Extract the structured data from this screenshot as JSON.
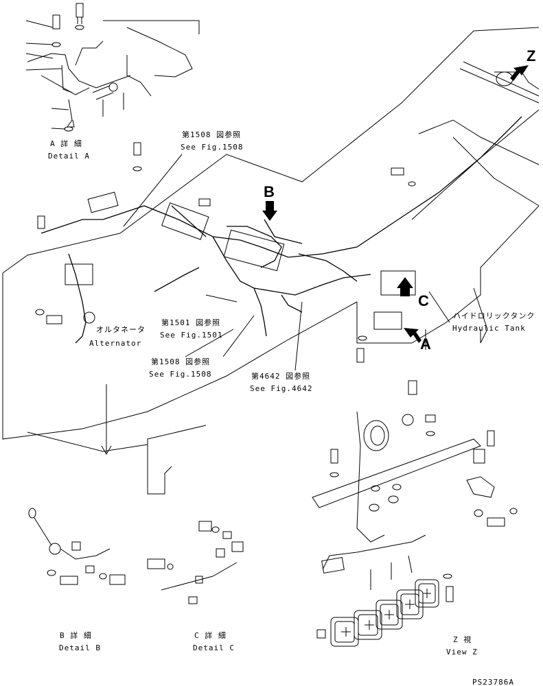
{
  "callouts": {
    "a_jp": "A 詳 細",
    "a_en": "Detail A",
    "fig1508_top_jp": "第1508 図参照",
    "fig1508_top_en": "See Fig.1508",
    "fig1501_jp": "第1501 図参照",
    "fig1501_en": "See Fig.1501",
    "fig1508_bot_jp": "第1508 図参照",
    "fig1508_bot_en": "See Fig.1508",
    "fig4642_jp": "第4642 図参照",
    "fig4642_en": "See Fig.4642",
    "alt_jp": "オルタネータ",
    "alt_en": "Alternator",
    "tank_jp": "ハイドロリックタンク",
    "tank_en": "Hydraulic Tank",
    "b_jp": "B 詳 細",
    "b_en": "Detail B",
    "c_jp": "C 詳 細",
    "c_en": "Detail C",
    "z_jp": "Z 視",
    "z_en": "View Z"
  },
  "markers": {
    "z": "Z",
    "b": "B",
    "c": "C",
    "a": "A"
  },
  "drawing_number": "PS23786A"
}
